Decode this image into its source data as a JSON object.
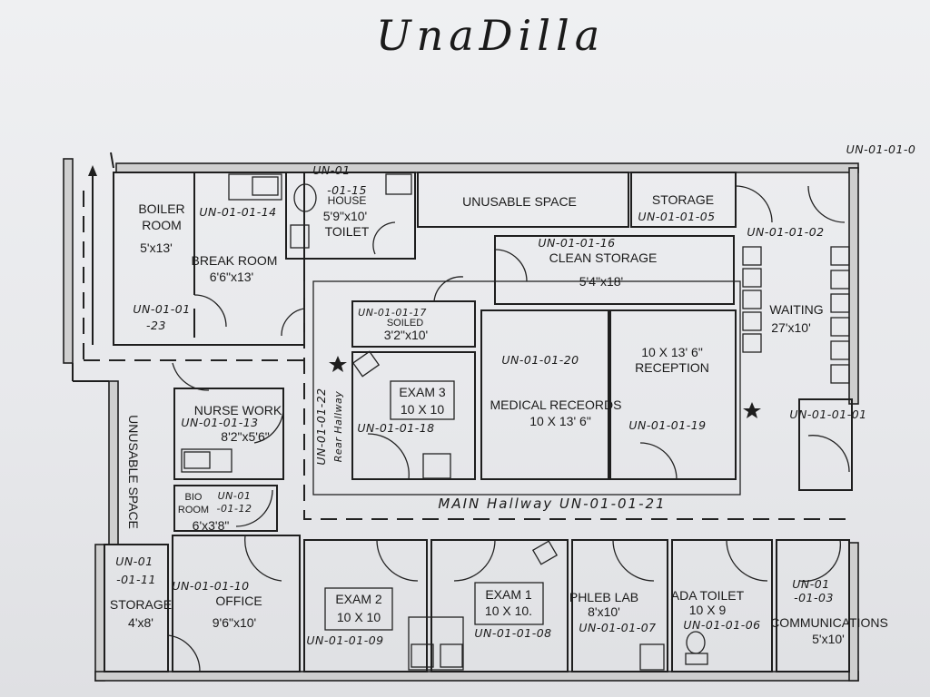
{
  "title": "UnaDilla",
  "labels": {
    "boiler_1": "BOILER",
    "boiler_2": "ROOM",
    "boiler_size": "5'x13'",
    "boiler_id_1": "UN-01-01",
    "boiler_id_2": "-23",
    "break": "BREAK ROOM",
    "break_size": "6'6\"x13'",
    "break_id": "UN-01-01-14",
    "toilet_id_1": "UN-01",
    "toilet_id_2": "-01-15",
    "toilet_1": "HOUSE",
    "toilet_size": "5'9\"x10'",
    "toilet_2": "TOILET",
    "unusable_top": "UNUSABLE SPACE",
    "storage_top": "STORAGE",
    "storage_top_id": "UN-01-01-05",
    "entry_id": "UN-01-01-02",
    "corner_id": "UN-01-01-0",
    "clean_id": "UN-01-01-16",
    "clean": "CLEAN STORAGE",
    "clean_size": "5'4\"x18'",
    "soiled_id": "UN-01-01-17",
    "soiled": "SOILED",
    "soiled_size": "3'2\"x10'",
    "waiting": "WAITING",
    "waiting_size": "27'x10'",
    "records_id": "UN-01-01-20",
    "reception_size": "10 X 13' 6\"",
    "reception": "RECEPTION",
    "records": "MEDICAL RECEORDS",
    "records_size": "10 X 13' 6\"",
    "reception_id": "UN-01-01-19",
    "exam3": "EXAM 3",
    "exam3_size": "10 X 10",
    "exam3_id": "UN-01-01-18",
    "rear_id": "UN-01-01-22",
    "rear": "Rear Hallway",
    "entrance_id": "UN-01-01-01",
    "nurse": "NURSE WORK",
    "nurse_id": "UN-01-01-13",
    "nurse_size": "8'2\"x5'6\"",
    "bio_1": "BIO",
    "bio_2": "ROOM",
    "bio_id_1": "UN-01",
    "bio_id_2": "-01-12",
    "bio_size": "6'x3'8\"",
    "unusable_left": "UNUSABLE SPACE",
    "main_hall": "MAIN Hallway UN-01-01-21",
    "storage_left_id_1": "UN-01",
    "storage_left_id_2": "-01-11",
    "storage_left": "STORAGE",
    "storage_left_size": "4'x8'",
    "office_id": "UN-01-01-10",
    "office": "OFFICE",
    "office_size": "9'6\"x10'",
    "exam2": "EXAM 2",
    "exam2_size": "10 X 10",
    "exam2_id": "UN-01-01-09",
    "exam1": "EXAM 1",
    "exam1_size": "10 X 10.",
    "exam1_id": "UN-01-01-08",
    "phleb": "PHLEB LAB",
    "phleb_size": "8'x10'",
    "phleb_id": "UN-01-01-07",
    "ada": "ADA TOILET",
    "ada_size": "10 X 9",
    "ada_id": "UN-01-01-06",
    "comm_id_1": "UN-01",
    "comm_id_2": "-01-03",
    "comm": "COMMUNICATIONS",
    "comm_size": "5'x10'"
  },
  "icons": [
    "star-marker-icon",
    "sink-icon",
    "toilet-icon",
    "chair-icon",
    "door-swing-icon",
    "exit-arrow-icon"
  ]
}
